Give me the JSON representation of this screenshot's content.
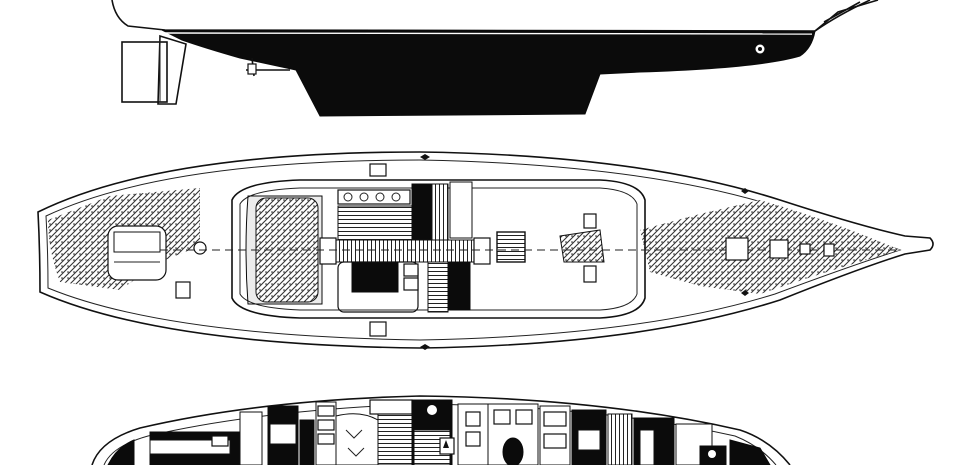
{
  "drawing": {
    "views": [
      {
        "id": "profile",
        "kind": "side profile (hull, keel, rudder)"
      },
      {
        "id": "deck-plan",
        "kind": "deck plan (top view)"
      },
      {
        "id": "accommodation-plan",
        "kind": "interior layout (partially visible)"
      }
    ],
    "colors": {
      "background": "#ffffff",
      "ink": "#111111",
      "fill": "#0b0b0b"
    }
  }
}
